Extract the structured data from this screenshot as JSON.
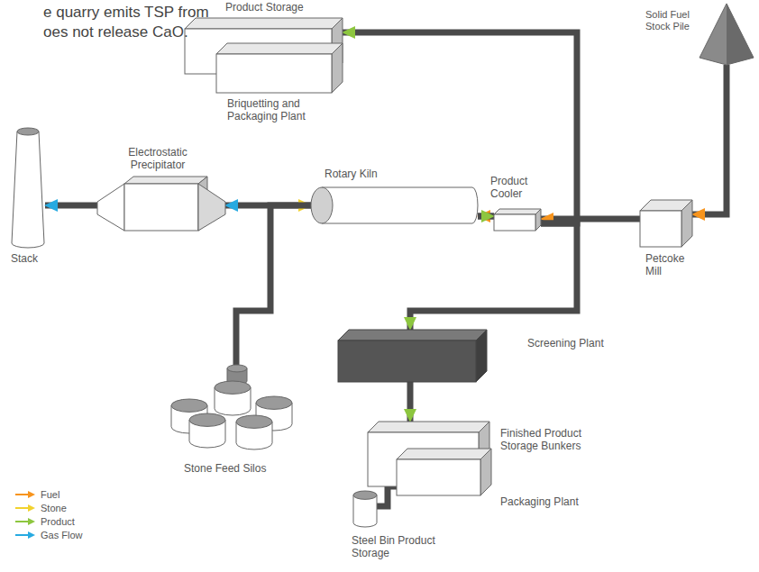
{
  "diagram": {
    "nodes": [
      {
        "text": [
          "Product Storage"
        ]
      },
      {
        "text": [
          "Briquetting and Packaging Plant"
        ]
      },
      {
        "text": [
          "Solid Fuel Stock Pile"
        ]
      },
      {
        "text": [
          "Stack"
        ]
      },
      {
        "text": [
          "Electrostatic Precipitator"
        ]
      },
      {
        "text": [
          "Rotary Kiln"
        ]
      },
      {
        "text": [
          "Product Cooler"
        ]
      },
      {
        "text": [
          "Petcoke Mill"
        ]
      },
      {
        "text": [
          "Stone Feed Silos"
        ]
      },
      {
        "text": [
          "Screening Plant"
        ]
      },
      {
        "text": [
          "Finished Product Storage Bunkers"
        ]
      },
      {
        "text": [
          "Packaging Plant"
        ]
      },
      {
        "text": [
          "Steel Bin Product Storage"
        ]
      }
    ],
    "edges": [
      {
        "from": 2,
        "to": 7,
        "arrow": "to"
      },
      {
        "from": 7,
        "to": 6,
        "arrow": "to"
      },
      {
        "from": 6,
        "to": 5,
        "arrow": "to"
      },
      {
        "from": 5,
        "to": 6,
        "arrow": "to"
      },
      {
        "from": 8,
        "to": 5,
        "arrow": "to"
      },
      {
        "from": 5,
        "to": 4,
        "arrow": "to"
      },
      {
        "from": 4,
        "to": 3,
        "arrow": "to"
      },
      {
        "from": 6,
        "to": 0,
        "arrow": "to"
      },
      {
        "from": 6,
        "to": 9,
        "arrow": "to"
      },
      {
        "from": 9,
        "to": 10,
        "arrow": "to"
      },
      {
        "from": 11,
        "to": 12,
        "arrow": "none"
      }
    ],
    "labels": [
      "e quarry emits TSP from",
      "oes not release CaO."
    ],
    "legend": [
      {
        "text": "Fuel",
        "color": "#f7941d"
      },
      {
        "text": "Stone",
        "color": "#f2d22e"
      },
      {
        "text": "Product",
        "color": "#8dc63f"
      },
      {
        "text": "Gas Flow",
        "color": "#27aae1"
      }
    ]
  }
}
